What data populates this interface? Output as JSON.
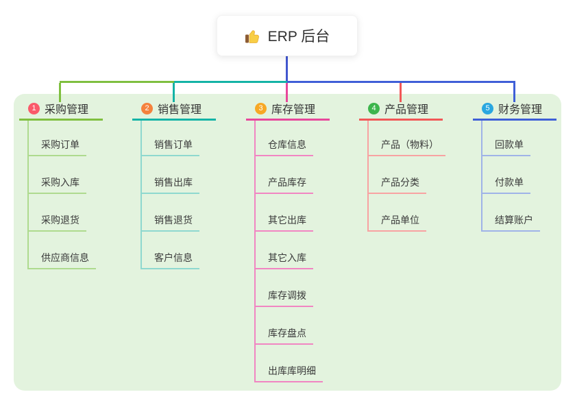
{
  "root": {
    "label": "ERP 后台",
    "icon": "thumbs-up",
    "connector_color": "#4257cf"
  },
  "panel_color": "#e3f3de",
  "branches": [
    {
      "num": "1",
      "label": "采购管理",
      "badge_color": "#fa5a6a",
      "line_color": "#7fbf3f",
      "child_line_color": "#aeda8e",
      "children": [
        "采购订单",
        "采购入库",
        "采购退货",
        "供应商信息"
      ]
    },
    {
      "num": "2",
      "label": "销售管理",
      "badge_color": "#f5823d",
      "line_color": "#14b3a6",
      "child_line_color": "#8ed8cf",
      "children": [
        "销售订单",
        "销售出库",
        "销售退货",
        "客户信息"
      ]
    },
    {
      "num": "3",
      "label": "库存管理",
      "badge_color": "#f7a825",
      "line_color": "#e8479b",
      "child_line_color": "#f185c2",
      "children": [
        "仓库信息",
        "产品库存",
        "其它出库",
        "其它入库",
        "库存调拨",
        "库存盘点",
        "出库库明细"
      ]
    },
    {
      "num": "4",
      "label": "产品管理",
      "badge_color": "#3db54c",
      "line_color": "#f25757",
      "child_line_color": "#f8a2a2",
      "children": [
        "产品（物料）",
        "产品分类",
        "产品单位"
      ]
    },
    {
      "num": "5",
      "label": "财务管理",
      "badge_color": "#2aa7e0",
      "line_color": "#3f5fd7",
      "child_line_color": "#9fb3e8",
      "children": [
        "回款单",
        "付款单",
        "结算账户"
      ]
    }
  ]
}
